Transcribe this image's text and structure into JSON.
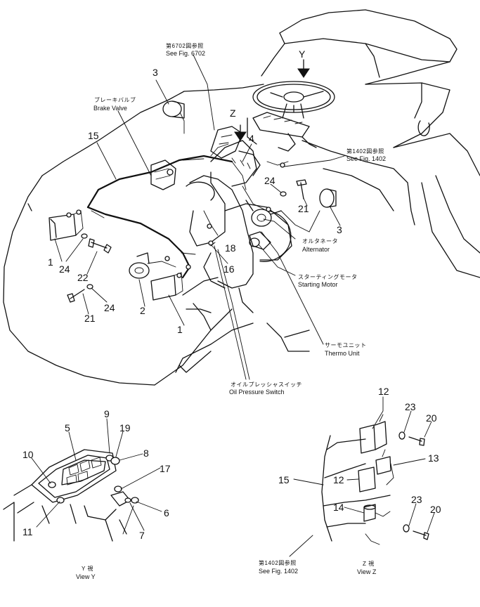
{
  "refs": {
    "fig6702_jp": "第6702図参照",
    "fig6702_en": "See Fig. 6702",
    "fig1402_jp": "第1402図参照",
    "fig1402_en": "See Fig. 1402",
    "fig1402b_jp": "第1402図参照",
    "fig1402b_en": "See Fig. 1402"
  },
  "labels": {
    "brake_valve_jp": "ブレーキバルブ",
    "brake_valve_en": "Brake Valve",
    "alternator_jp": "オルタネータ",
    "alternator_en": "Alternator",
    "starting_motor_jp": "スターティングモータ",
    "starting_motor_en": "Starting Motor",
    "thermo_unit_jp": "サーモユニット",
    "thermo_unit_en": "Thermo Unit",
    "oil_pressure_jp": "オイルプレッシャスイッチ",
    "oil_pressure_en": "Oil Pressure Switch"
  },
  "view_markers": {
    "y": "Y",
    "z": "Z"
  },
  "views": {
    "y_jp": "Y 視",
    "y_en": "View Y",
    "z_jp": "Z 視",
    "z_en": "View Z"
  },
  "callouts": {
    "main": [
      "3",
      "15",
      "4",
      "24",
      "21",
      "3",
      "18",
      "16",
      "1",
      "24",
      "22",
      "2",
      "24",
      "21",
      "1"
    ],
    "view_y": [
      "9",
      "5",
      "19",
      "8",
      "10",
      "17",
      "11",
      "6",
      "7"
    ],
    "view_z": [
      "12",
      "23",
      "20",
      "13",
      "15",
      "12",
      "14",
      "23",
      "20"
    ]
  }
}
